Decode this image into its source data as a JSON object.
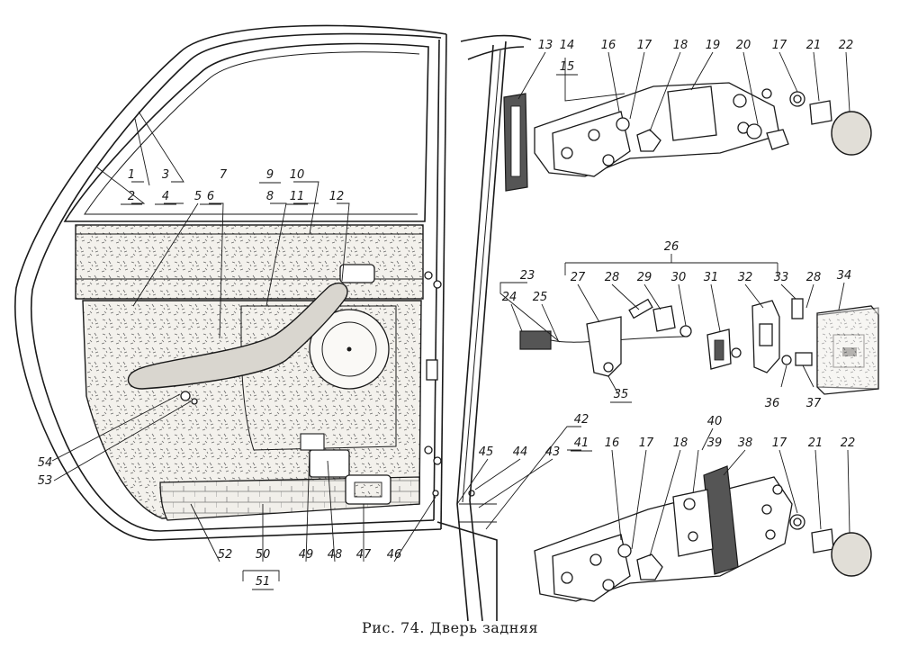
{
  "caption": "Рис. 74. Дверь задняя",
  "labels": [
    "1",
    "2",
    "3",
    "4",
    "5",
    "6",
    "7",
    "8",
    "9",
    "10",
    "11",
    "12",
    "13",
    "14",
    "15",
    "16",
    "17",
    "18",
    "19",
    "20",
    "21",
    "22",
    "23",
    "24",
    "25",
    "26",
    "27",
    "28",
    "29",
    "30",
    "31",
    "32",
    "33",
    "34",
    "35",
    "36",
    "37",
    "38",
    "39",
    "40",
    "41",
    "42",
    "43",
    "44",
    "45",
    "46",
    "47",
    "48",
    "49",
    "50",
    "51",
    "52",
    "53",
    "54"
  ],
  "colors": {
    "ink": "#1a1a1a",
    "panel_fill": "#f1efe9"
  }
}
